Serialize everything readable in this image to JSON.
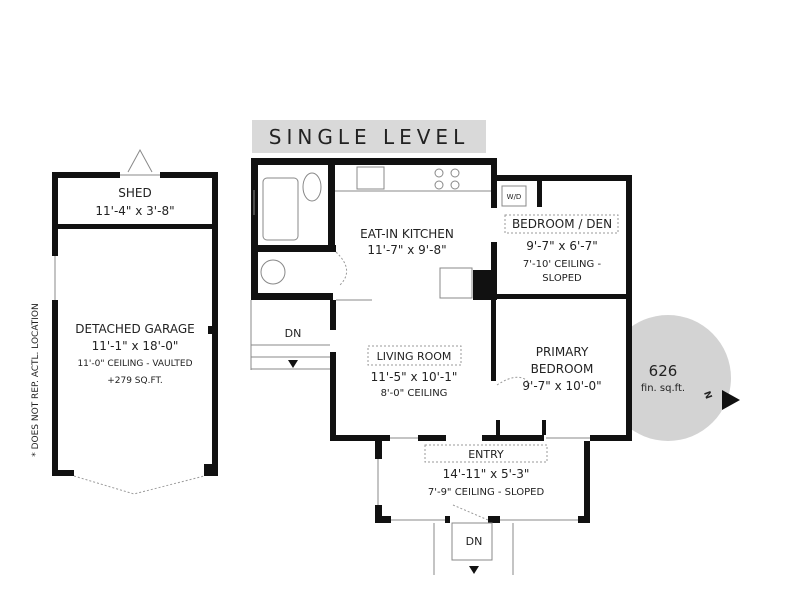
{
  "title": "SINGLE LEVEL",
  "rooms": {
    "shed": {
      "name": "SHED",
      "size": "11'-4\" x 3'-8\""
    },
    "garage": {
      "name": "DETACHED GARAGE",
      "size": "11'-1\" x 18'-0\"",
      "ceiling": "11'-0\" CEILING - VAULTED",
      "area": "+279 SQ.FT."
    },
    "kitchen": {
      "name": "EAT-IN KITCHEN",
      "size": "11'-7\" x 9'-8\""
    },
    "den": {
      "name": "BEDROOM / DEN",
      "size": "9'-7\" x 6'-7\"",
      "ceiling1": "7'-10' CEILING -",
      "ceiling2": "SLOPED"
    },
    "living": {
      "name": "LIVING ROOM",
      "size": "11'-5\" x 10'-1\"",
      "ceiling": "8'-0\" CEILING"
    },
    "primary": {
      "name1": "PRIMARY",
      "name2": "BEDROOM",
      "size": "9'-7\" x 10'-0\""
    },
    "entry": {
      "name": "ENTRY",
      "size": "14'-11\" x 5'-3\"",
      "ceiling": "7'-9\" CEILING - SLOPED"
    }
  },
  "stairs": {
    "down1": "DN",
    "down2": "DN"
  },
  "washer_dryer": "W/D",
  "note": "* DOES NOT REP. ACTL. LOCATION",
  "area_badge": {
    "value": "626",
    "unit": "fin. sq.ft.",
    "north": "N"
  },
  "colors": {
    "wall": "#111111",
    "title_bg": "#d9d9d9",
    "badge": "#d3d3d3"
  }
}
